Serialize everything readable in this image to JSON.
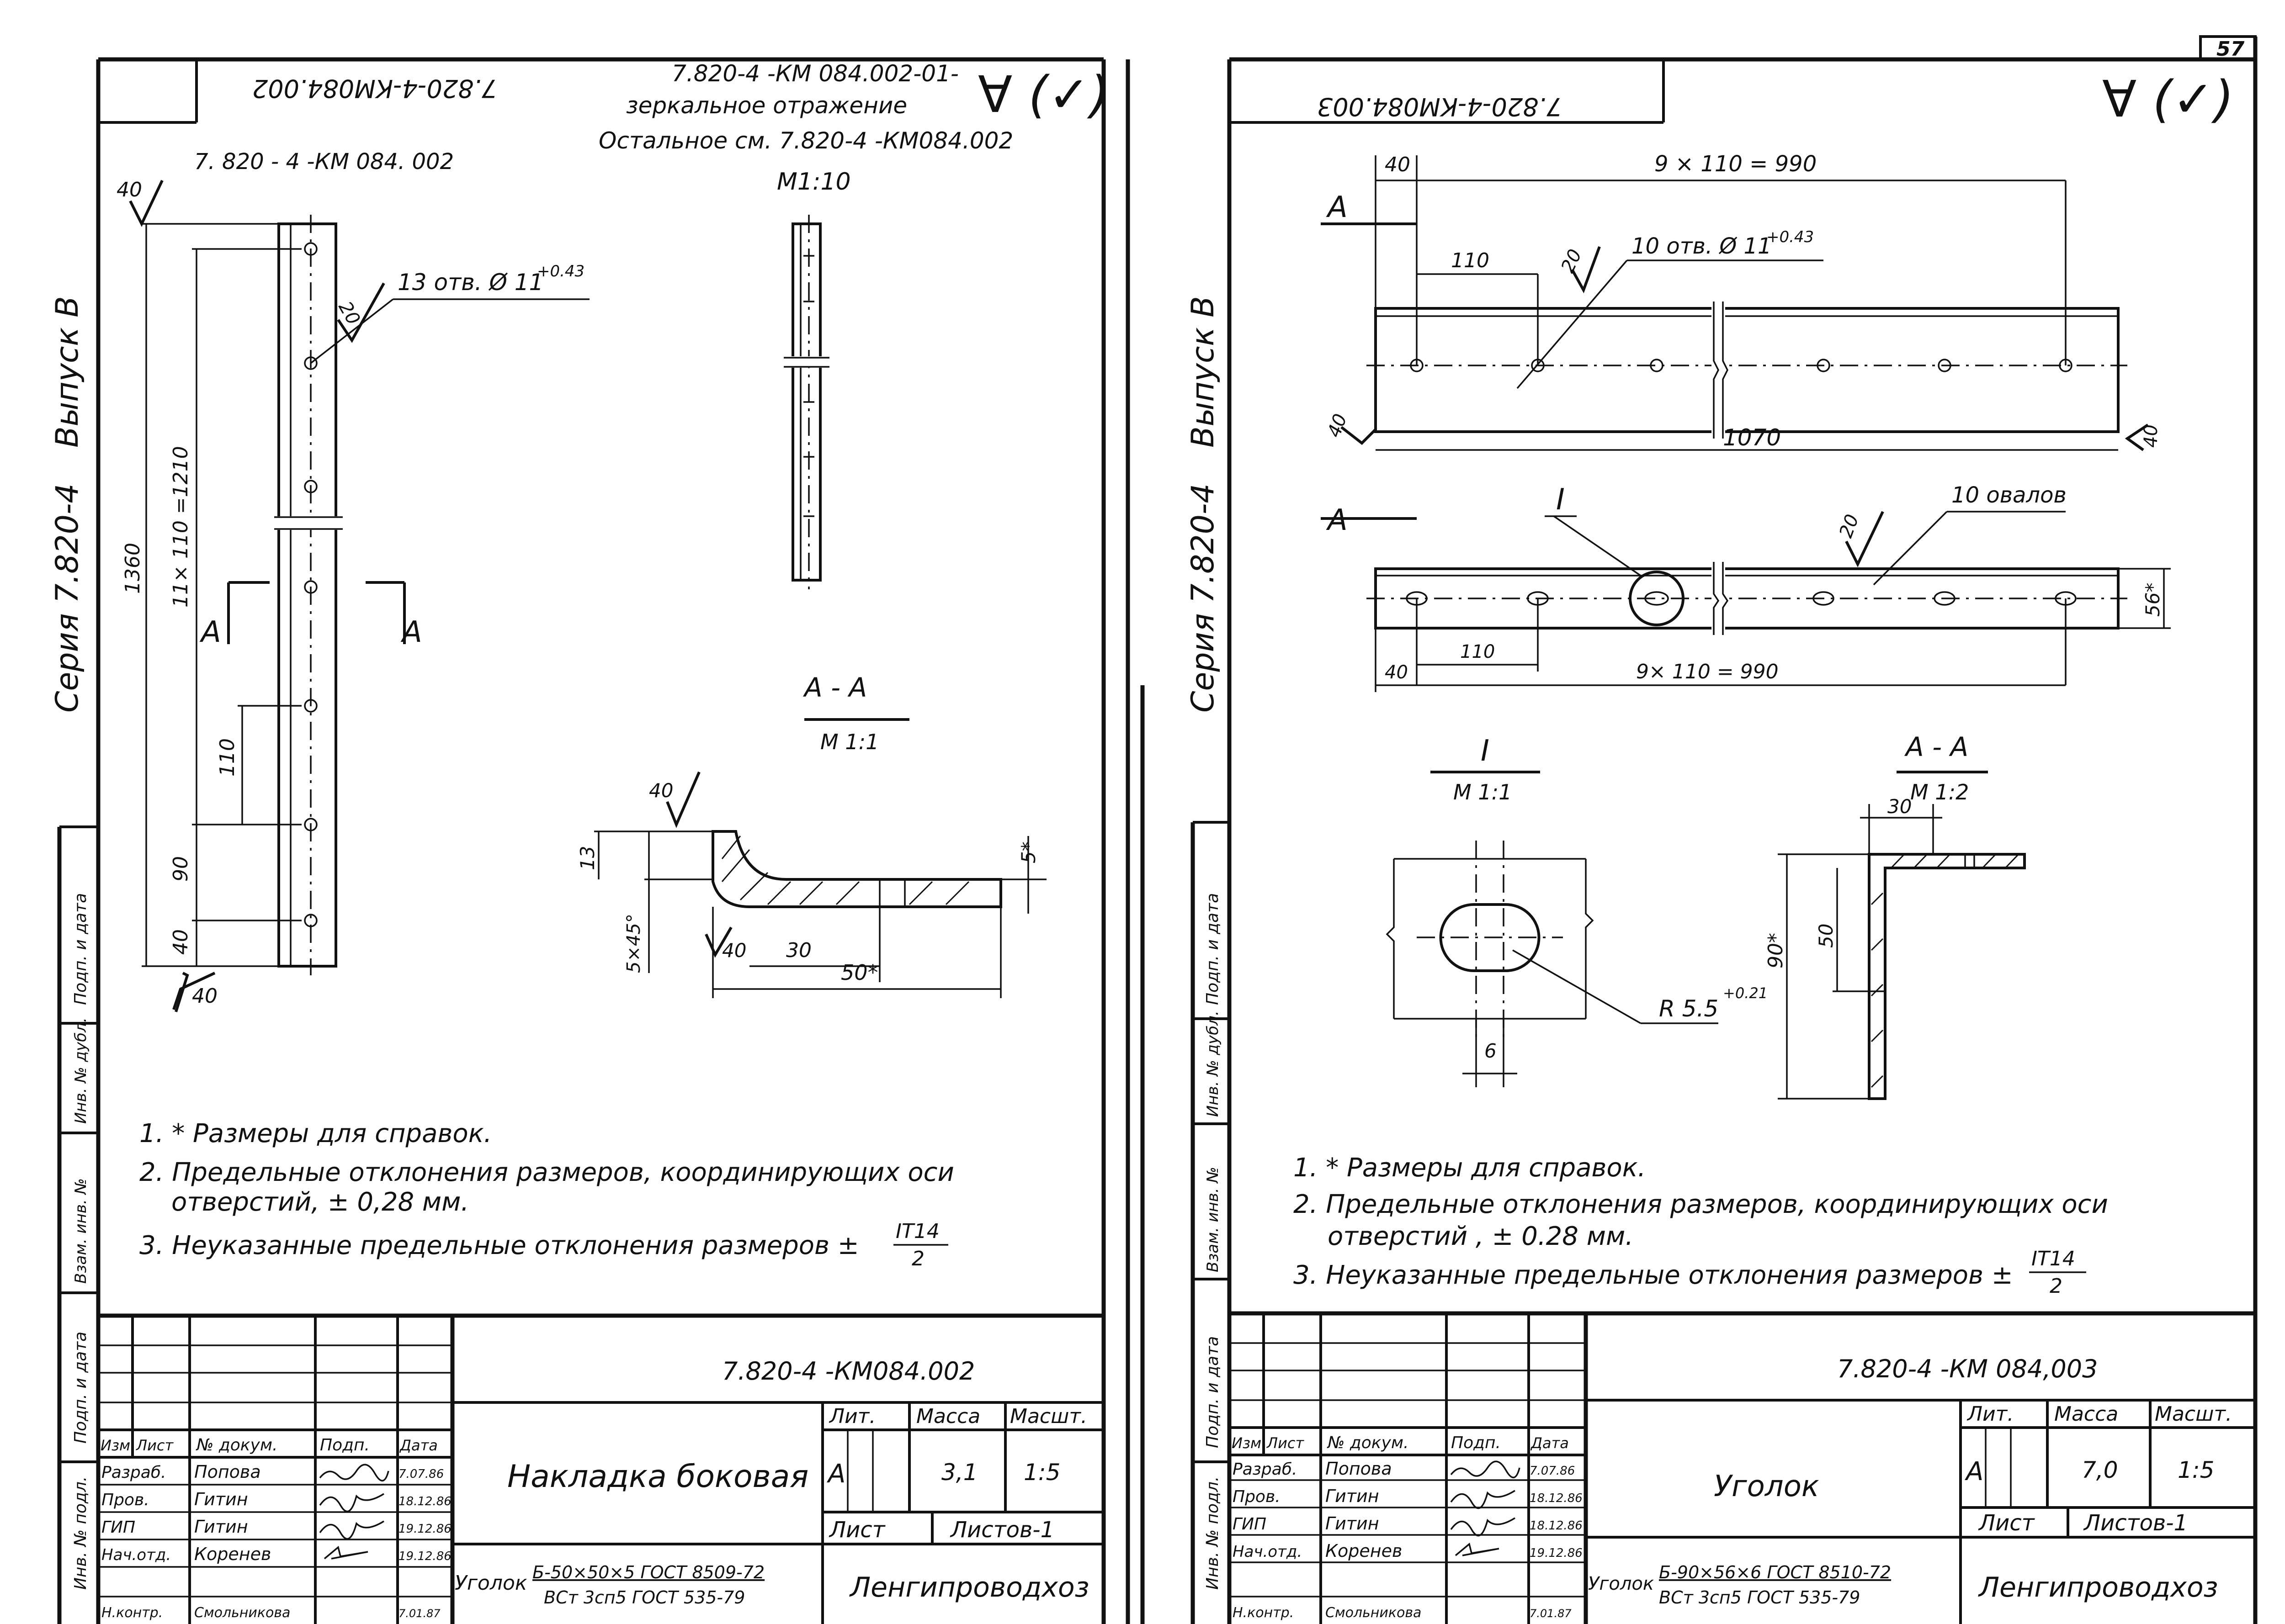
{
  "page_number": "57",
  "left": {
    "corner_code": "7.820-4-КМ084.002",
    "mirror_note_line1": "7.820-4 -КМ 084.002-01-",
    "mirror_note_line2": "зеркальное отражение",
    "mirror_note_line3": "Остальное см. 7.820-4 -КМ084.002",
    "roughness_mark": "∀ (✓)",
    "top_ref": "7. 820 - 4 -КМ 084. 002",
    "scale_view": "М1:10",
    "series": "Серия 7.820-4",
    "issue": "Выпуск В",
    "dims": {
      "overall": "1360",
      "spacing_total": "11× 110 =1210",
      "pitch": "110",
      "d90": "90",
      "d40_bottom": "40",
      "roughness_top": "40",
      "roughness_bottom": "40",
      "hole_angle": "20",
      "holes": "13 отв. Ø 11",
      "holes_tol": "+0.43"
    },
    "section_arrow_left": "А",
    "section_arrow_right": "А",
    "section_title": "А - А",
    "section_scale": "М 1:1",
    "section_dims": {
      "d13": "13",
      "chamfer": "5×45°",
      "d5": "5*",
      "d30": "30",
      "d50": "50*",
      "r40_top": "40",
      "r40_inner": "40"
    },
    "notes": [
      "1. * Размеры для справок.",
      "2. Предельные отклонения размеров, координирующих оси",
      "отверстий,   ± 0,28 мм.",
      "3. Неуказанные предельные отклонения размеров ±",
      "IT14",
      "2"
    ],
    "side_stamp": [
      "Инв. № подл.",
      "Подп. и дата",
      "Взам. инв. №",
      "Инв. № дубл.",
      "Подп. и дата"
    ],
    "title_block": {
      "doc_code": "7.820-4 -КМ084.002",
      "headers": [
        "Изм.",
        "Лист",
        "№ докум.",
        "Подп.",
        "Дата"
      ],
      "rows": [
        [
          "Разраб.",
          "Попова",
          "",
          "7.07.86"
        ],
        [
          "Пров.",
          "Гитин",
          "",
          "18.12.86"
        ],
        [
          "ГИП",
          "Гитин",
          "",
          "19.12.86"
        ],
        [
          "Нач.отд.",
          "Коренев",
          "",
          "19.12.86"
        ],
        [
          "Н.контр.",
          "Смольникова",
          "",
          "7.01.87"
        ]
      ],
      "name": "Накладка боковая",
      "lit_label": "Лит.",
      "mass_label": "Масса",
      "scale_label": "Масшт.",
      "lit": "А",
      "mass": "3,1",
      "scale": "1:5",
      "sheet_label": "Лист",
      "sheets_label": "Листов-1",
      "material_prefix": "Уголок",
      "material_top": "Б-50×50×5 ГОСТ 8509-72",
      "material_bottom": "ВСт 3сп5 ГОСТ 535-79",
      "org": "Ленгипроводхоз"
    }
  },
  "right": {
    "corner_code": "7.820-4-КМ084.003",
    "roughness_mark": "∀ (✓)",
    "series": "Серия 7.820-4",
    "issue": "Выпуск В",
    "view_dims": {
      "d40_top": "40",
      "spacing_top": "9 × 110 = 990",
      "pitch": "110",
      "holes": "10 отв. Ø 11",
      "holes_tol": "+0.43",
      "angle": "20",
      "overall": "1070",
      "rough_left": "40",
      "rough_right": "40"
    },
    "view_b_dims": {
      "detail": "I",
      "slots": "10 овалов",
      "angle": "20",
      "d56": "56*",
      "pitch": "110",
      "d40": "40",
      "spacing": "9× 110 = 990"
    },
    "section_arrow_top": "А",
    "section_arrow_bottom": "А",
    "detail_title": "I",
    "detail_scale": "М 1:1",
    "detail_radius": "R 5.5",
    "detail_tol": "+0.21",
    "detail_width": "6",
    "section_title": "А - А",
    "section_scale": "М 1:2",
    "section_dims": {
      "d30": "30",
      "d90": "90*",
      "d50": "50"
    },
    "notes": [
      "1. * Размеры для справок.",
      "2. Предельные отклонения размеров, координирующих оси",
      "отверстий , ± 0.28 мм.",
      "3. Неуказанные предельные отклонения размеров ±",
      "IT14",
      "2"
    ],
    "side_stamp": [
      "Инв. № подл.",
      "Подп. и дата",
      "Взам. инв. №",
      "Инв. № дубл.",
      "Подп. и дата"
    ],
    "title_block": {
      "doc_code": "7.820-4 -КМ 084,003",
      "headers": [
        "Изм.",
        "Лист",
        "№ докум.",
        "Подп.",
        "Дата"
      ],
      "rows": [
        [
          "Разраб.",
          "Попова",
          "",
          "7.07.86"
        ],
        [
          "Пров.",
          "Гитин",
          "",
          "18.12.86"
        ],
        [
          "ГИП",
          "Гитин",
          "",
          "18.12.86"
        ],
        [
          "Нач.отд.",
          "Коренев",
          "",
          "19.12.86"
        ],
        [
          "Н.контр.",
          "Смольникова",
          "",
          "7.01.87"
        ]
      ],
      "name": "Уголок",
      "lit_label": "Лит.",
      "mass_label": "Масса",
      "scale_label": "Масшт.",
      "lit": "А",
      "mass": "7,0",
      "scale": "1:5",
      "sheet_label": "Лист",
      "sheets_label": "Листов-1",
      "material_prefix": "Уголок",
      "material_top": "Б-90×56×6 ГОСТ 8510-72",
      "material_bottom": "ВСт 3сп5 ГОСТ 535-79",
      "org": "Ленгипроводхоз"
    }
  }
}
